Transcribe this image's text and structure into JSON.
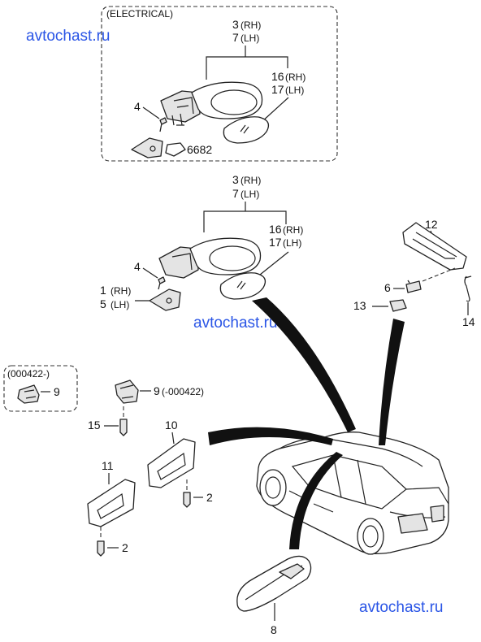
{
  "watermarks": [
    "avtochast.ru",
    "avtochast.ru",
    "avtochast.ru"
  ],
  "electrical_box": {
    "title": "(ELECTRICAL)",
    "labels": {
      "part_3": "3",
      "part_3_side": "(RH)",
      "part_7": "7",
      "part_7_side": "(LH)",
      "part_16": "16",
      "part_16_side": "(RH)",
      "part_17": "17",
      "part_17_side": "(LH)",
      "part_4": "4",
      "part_6682": "6682"
    }
  },
  "manual_mirror": {
    "labels": {
      "part_3": "3",
      "part_3_side": "(RH)",
      "part_7": "7",
      "part_7_side": "(LH)",
      "part_16": "16",
      "part_16_side": "(RH)",
      "part_17": "17",
      "part_17_side": "(LH)",
      "part_4": "4",
      "part_1": "1",
      "part_1_side": "(RH)",
      "part_5": "5",
      "part_5_side": "(LH)"
    }
  },
  "grip_handle": {
    "labels": {
      "part_12": "12",
      "part_6": "6",
      "part_13": "13",
      "part_14": "14"
    }
  },
  "sunvisor_box": {
    "title": "(000422-)",
    "label_9": "9"
  },
  "sunvisor": {
    "labels": {
      "part_9": "9",
      "part_9_range": "(-000422)",
      "part_15": "15",
      "part_10": "10",
      "part_11": "11",
      "part_2a": "2",
      "part_2b": "2",
      "part_8": "8"
    }
  }
}
